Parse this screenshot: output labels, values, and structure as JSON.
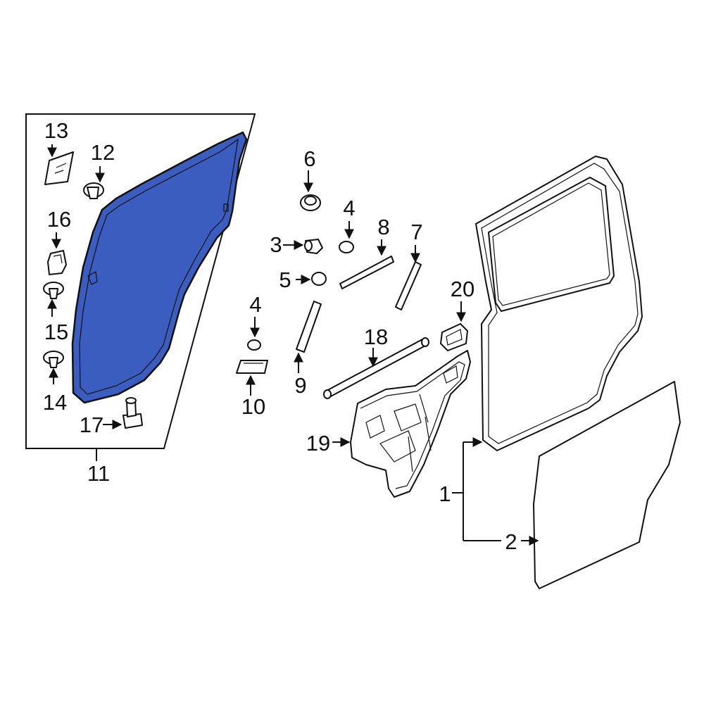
{
  "diagram": {
    "callouts": {
      "c1": "1",
      "c2": "2",
      "c3": "3",
      "c4a": "4",
      "c4b": "4",
      "c5": "5",
      "c6": "6",
      "c7": "7",
      "c8": "8",
      "c9": "9",
      "c10": "10",
      "c11": "11",
      "c12": "12",
      "c13": "13",
      "c14": "14",
      "c15": "15",
      "c16": "16",
      "c17": "17",
      "c18": "18",
      "c19": "19",
      "c20": "20"
    },
    "colors": {
      "highlight": "#3a5dbf",
      "line": "#111111",
      "background": "#ffffff"
    },
    "highlighted_part": "11"
  }
}
